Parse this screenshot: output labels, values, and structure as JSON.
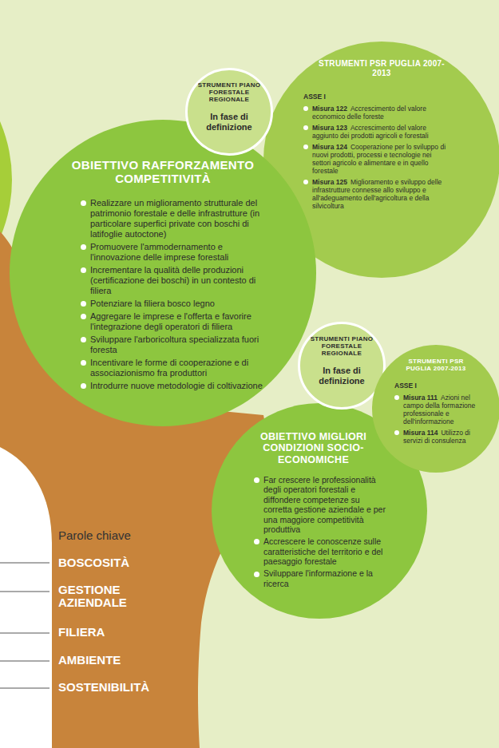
{
  "diagram": {
    "nodes": [
      {
        "text": [
          "OBIETTIVO RAFFORZAMENTO COMPETITIVITÀ",
          "Realizzare un miglioramento strutturale del patrimonio forestale e delle infrastrutture (in particolare superfici private con boschi di latifoglie autoctone)",
          "Promuovere l'ammodernamento e l'innovazione delle imprese forestali",
          "Incrementare la qualità delle produzioni (certificazione dei boschi) in un contesto di filiera",
          "Potenziare la filiera bosco legno",
          "Aggregare le imprese e l'offerta e favorire l'integrazione degli operatori di filiera",
          "Sviluppare l'arboricoltura specializzata fuori foresta",
          "Incentivare le forme di cooperazione e di associazionismo fra produttori",
          "Introdurre nuove metodologie di coltivazione"
        ]
      },
      {
        "text": [
          "STRUMENTI PIANO FORESTALE REGIONALE",
          "In fase di definizione"
        ]
      },
      {
        "text": [
          "STRUMENTI PSR PUGLIA 2007-2013",
          "ASSE I",
          "Misura 122",
          "Accrescimento del valore economico delle foreste",
          "Misura 123",
          "Accrescimento del valore aggiunto dei prodotti agricoli e forestali",
          "Misura 124",
          "Cooperazione per lo sviluppo di nuovi prodotti, processi e tecnologie nei settori agricolo e alimentare e in quello forestale",
          "Misura 125",
          "Miglioramento e sviluppo delle infrastrutture connesse allo sviluppo e all'adeguamento dell'agricoltura e della silvicoltura"
        ]
      },
      {
        "text": [
          "OBIETTIVO MIGLIORI CONDIZIONI SOCIO-ECONOMICHE",
          "Far crescere le professionalità degli operatori forestali e diffondere competenze su corretta gestione aziendale e per una maggiore competitività produttiva",
          "Accrescere le conoscenze sulle caratteristiche del territorio e del paesaggio forestale",
          "Sviluppare l'informazione e la ricerca"
        ]
      },
      {
        "text": [
          "STRUMENTI PIANO FORESTALE REGIONALE",
          "In fase di definizione"
        ]
      },
      {
        "text": [
          "STRUMENTI PSR PUGLIA 2007-2013",
          "ASSE I",
          "Misura 111",
          "Azioni nel campo della formazione professionale e dell'informazione",
          "Misura 114",
          "Utilizzo di servizi di consulenza"
        ]
      }
    ],
    "labels": [
      "Parole chiave",
      "BOSCOSITÀ",
      "GESTIONE AZIENDALE",
      "FILIERA",
      "AMBIENTE",
      "SOSTENIBILITÀ"
    ]
  }
}
